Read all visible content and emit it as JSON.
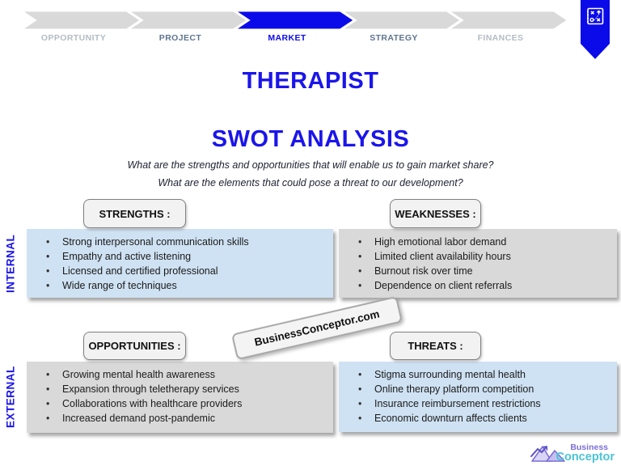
{
  "process_bar": {
    "steps": [
      {
        "label": "OPPORTUNITY",
        "state": "far"
      },
      {
        "label": "PROJECT",
        "state": "near"
      },
      {
        "label": "MARKET",
        "state": "active"
      },
      {
        "label": "STRATEGY",
        "state": "near"
      },
      {
        "label": "FINANCES",
        "state": "far"
      }
    ]
  },
  "header": {
    "title": "THERAPIST",
    "section_title": "SWOT ANALYSIS",
    "question_line1": "What are the strengths and opportunities that will enable us to gain market share?",
    "question_line2": "What are the elements that could pose a threat to our development?"
  },
  "axis_labels": {
    "internal": "INTERNAL",
    "external": "EXTERNAL"
  },
  "quadrants": {
    "strengths": {
      "label": "STRENGTHS :",
      "items": [
        "Strong interpersonal communication skills",
        "Empathy and active listening",
        "Licensed and certified professional",
        "Wide range of techniques"
      ]
    },
    "weaknesses": {
      "label": "WEAKNESSES :",
      "items": [
        "High emotional labor demand",
        "Limited client availability hours",
        "Burnout risk over time",
        "Dependence on client referrals"
      ]
    },
    "opportunities": {
      "label": "OPPORTUNITIES :",
      "items": [
        "Growing mental health awareness",
        "Expansion through teletherapy services",
        "Collaborations with healthcare providers",
        "Increased demand post-pandemic"
      ]
    },
    "threats": {
      "label": "THREATS :",
      "items": [
        "Stigma surrounding mental health",
        "Online therapy platform competition",
        "Insurance reimbursement restrictions",
        "Economic downturn affects clients"
      ]
    }
  },
  "watermark": {
    "text": "BusinessConceptor.com"
  },
  "footer_logo": {
    "line1": "Business",
    "line2": "Conceptor"
  },
  "icons": {
    "ribbon_icon": "strategy-playbook-icon",
    "footer_icon": "mountain-logo-icon"
  },
  "colors": {
    "accent_blue": "#1b15ea",
    "chevron_blue": "#0b0bea",
    "chevron_gray": "#d9d9d9",
    "step_label_far": "#b3bcc3",
    "step_label_near": "#5f7590",
    "box_blue": "#cfe2f3",
    "box_gray": "#d9d9d9",
    "label_box_bg": "#f2f2f2",
    "label_box_border": "#808080",
    "bullet_text": "#1a1a1a",
    "logo_purple": "#7b6fd8",
    "logo_teal": "#4cc4d6"
  }
}
